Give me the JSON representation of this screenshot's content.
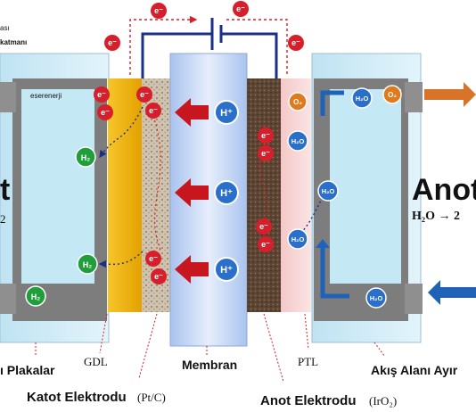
{
  "labels": {
    "top_left_line1": "ası",
    "top_left_line2": "katmanı",
    "watermark": "eserenerji",
    "cathode_big": "t",
    "cathode_sub": "2",
    "anode_big": "Anot",
    "anode_eq": "H₂O → 2",
    "gdl": "GDL",
    "plates": "ı Plakalar",
    "membrane": "Membran",
    "ptl": "PTL",
    "flow": "Akış Alanı Ayır",
    "cathode_electrode": "Katot Elektrodu",
    "cathode_catalyst": "(Pt/C)",
    "anode_electrode": "Anot Elektrodu",
    "anode_catalyst": "(IrO₂)"
  },
  "species": {
    "electron": "e⁻",
    "proton": "H⁺",
    "hydrogen": "H₂",
    "water": "H₂O",
    "oxygen": "O₂"
  },
  "colors": {
    "electron": "#d81e2a",
    "hydrogen": "#1f9e3a",
    "water": "#2a6fc9",
    "oxygen": "#e07a1c",
    "membrane": "#c9d9f5",
    "gdl": "#f2b705",
    "arrow_proton": "#c8161e",
    "arrow_out": "#d8742a",
    "arrow_in": "#1e63b8"
  }
}
